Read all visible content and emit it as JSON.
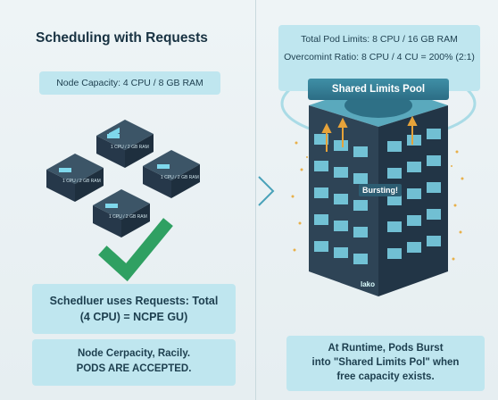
{
  "left": {
    "title": "Scheduling with Requests",
    "node_capacity": "Node Capacity: 4 CPU / 8 GB RAM",
    "pod_labels": [
      "1 CPU / 2 GB RAM",
      "1 CPU / 2 GB RAM",
      "1 CPU / 2 GB RAM",
      "1 CPU / 2 GB RAM"
    ],
    "scheduler_line1": "Schedluer uses Requests: Total",
    "scheduler_line2": "(4 CPU) = NCPE GU)",
    "accepted_line1": "Node Cerpacity, Racily.",
    "accepted_line2": "PODS ARE ACCEPTED."
  },
  "right": {
    "total_limits": "Total Pod Limits: 8 CPU / 16 GB RAM",
    "overcommit": "Overcomint Ratio: 8 CPU / 4 CU = 200% (2:1)",
    "pool_label": "Shared Limits Pool",
    "bursting": "Bursting!",
    "brand": "lako",
    "runtime_line1": "At Runtime, Pods Burst",
    "runtime_line2": "into \"Shared Limits Pol\" when",
    "runtime_line3": "free capacity exists."
  },
  "colors": {
    "box_bg": "#bfe6ef",
    "cube_dark": "#2f4556",
    "check_green": "#2fa062",
    "tower_body": "#2a3f50",
    "tile_cyan": "#7fd8ec"
  }
}
